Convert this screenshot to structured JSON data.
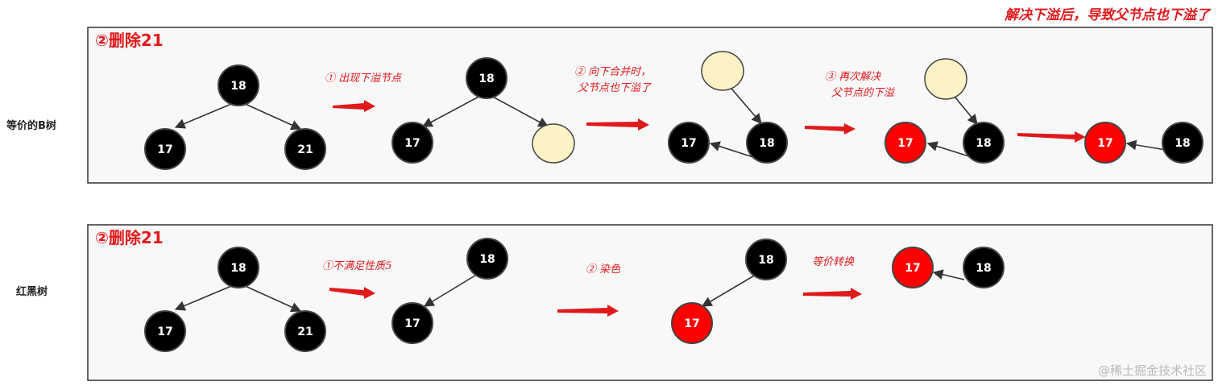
{
  "top_note": "解决下溢后，导致父节点也下溢了",
  "watermark": "@稀土掘金技术社区",
  "rows": {
    "btree": {
      "side_label": "等价的B树",
      "title": "②删除21",
      "notes": [
        "① 出现下溢节点",
        "② 向下合并时，",
        "父节点也下溢了",
        "③ 再次解决",
        "父节点的下溢"
      ]
    },
    "rbtree": {
      "side_label": "红黑树",
      "title": "②删除21",
      "notes": [
        "①不满足性质5",
        "② 染色",
        "等价转换"
      ]
    }
  },
  "nodes": {
    "n18": "18",
    "n17": "17",
    "n21": "21"
  },
  "colors": {
    "black_node": "#000000",
    "red_node": "#ff0000",
    "empty_node": "#fbf3c5",
    "accent": "#e0191c",
    "panel_bg": "#f8f8f8"
  }
}
